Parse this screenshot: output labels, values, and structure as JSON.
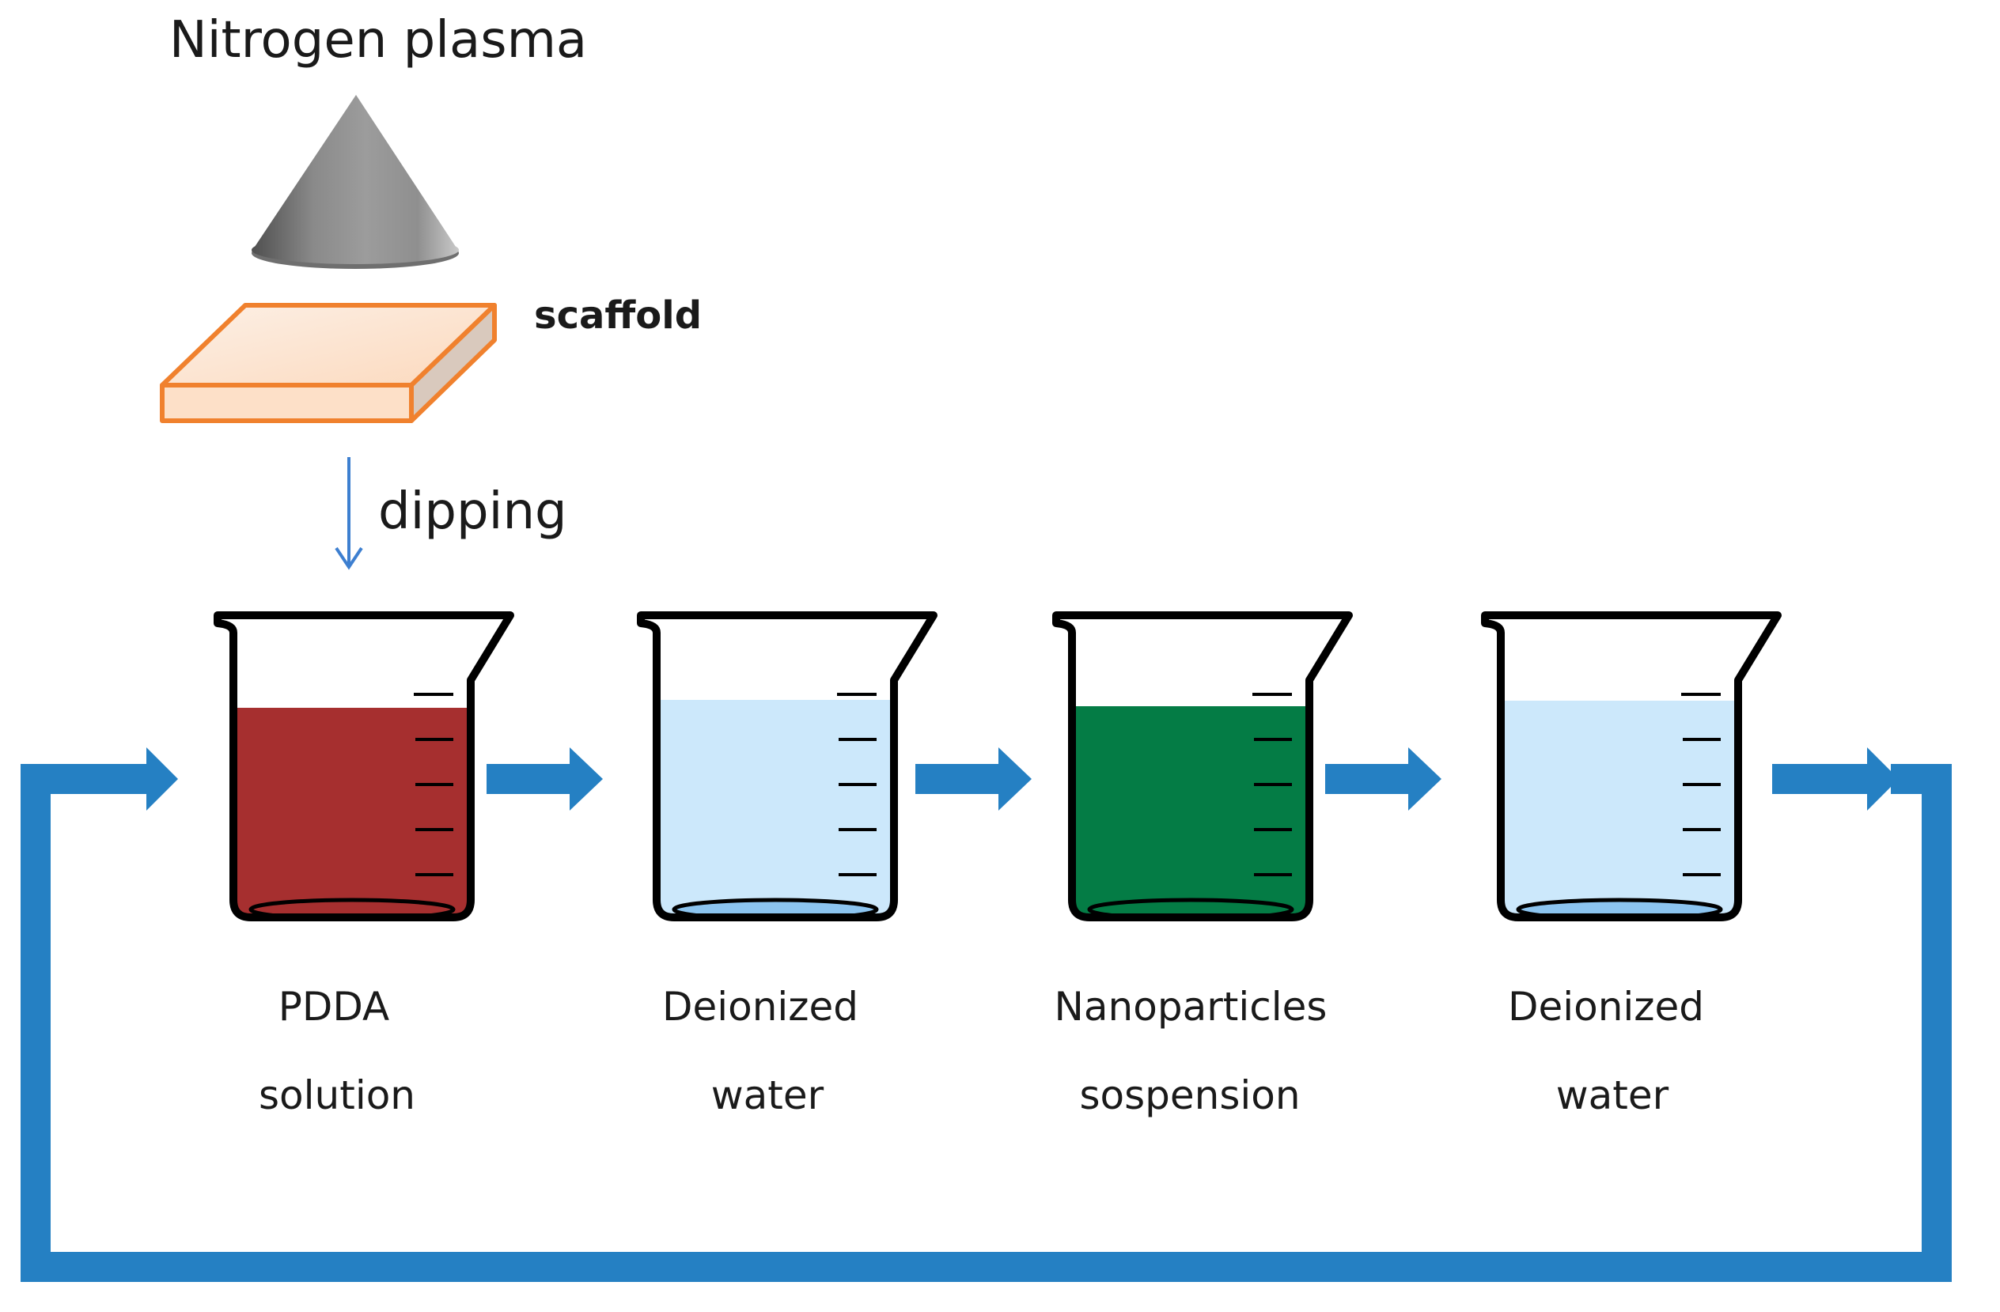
{
  "title": "Nitrogen plasma",
  "scaffold_label": "scaffold",
  "dipping_label": "dipping",
  "steps": [
    {
      "line1": "PDDA",
      "line2": "solution",
      "liquid_color": "#a62f2f"
    },
    {
      "line1": "Deionized",
      "line2": "water",
      "liquid_color": "#cce8fb"
    },
    {
      "line1": "Nanoparticles",
      "line2": "sospension",
      "liquid_color": "#047c45"
    },
    {
      "line1": "Deionized",
      "line2": "water",
      "liquid_color": "#cce8fb"
    }
  ],
  "colors": {
    "flow_arrow": "#2580c3",
    "dipping_arrow": "#3d7fd0",
    "scaffold_stroke": "#f0812e",
    "scaffold_fill": "#fde0c8",
    "cone": "#7a7a7a"
  }
}
